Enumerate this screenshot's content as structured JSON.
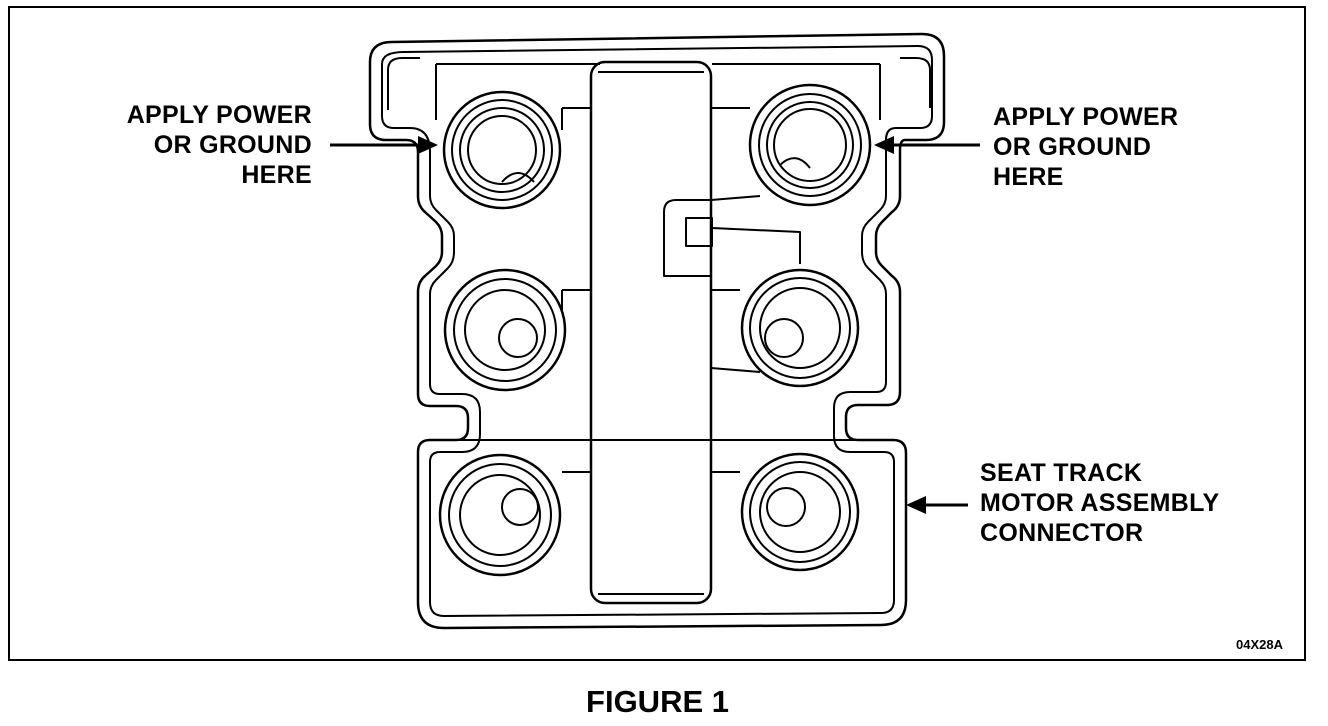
{
  "callouts": {
    "left": [
      "APPLY POWER",
      "OR GROUND",
      "HERE"
    ],
    "right": [
      "APPLY POWER",
      "OR GROUND",
      "HERE"
    ],
    "connector": [
      "SEAT TRACK",
      "MOTOR ASSEMBLY",
      "CONNECTOR"
    ]
  },
  "figure_code": "04X28A",
  "figure_caption": "FIGURE 1"
}
